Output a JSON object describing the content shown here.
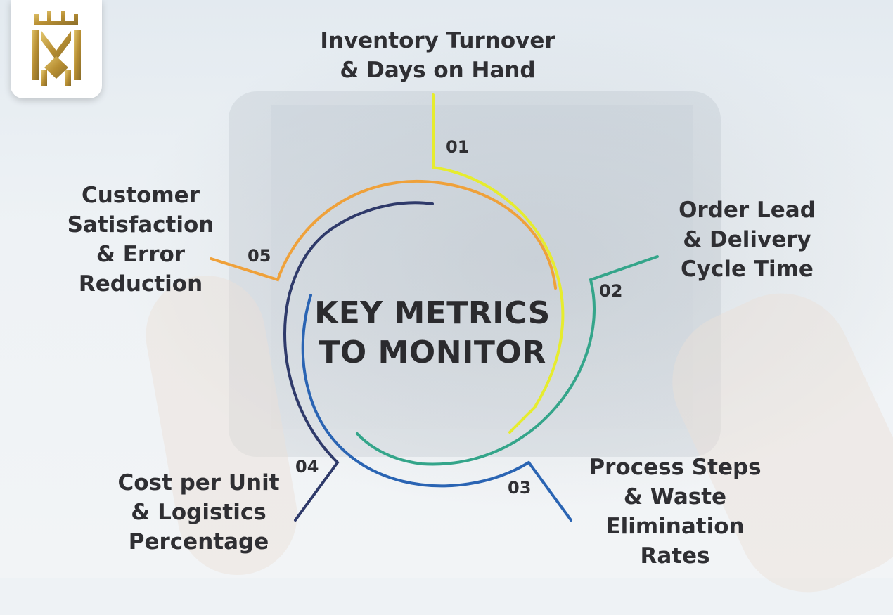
{
  "center_title": [
    "KEY METRICS",
    "TO MONITOR"
  ],
  "metrics": [
    {
      "number": "01",
      "lines": [
        "Inventory Turnover",
        "& Days on Hand"
      ],
      "color": "#e6ec2e"
    },
    {
      "number": "02",
      "lines": [
        "Order Lead",
        "& Delivery",
        "Cycle Time"
      ],
      "color": "#34a58a"
    },
    {
      "number": "03",
      "lines": [
        "Process Steps",
        "& Waste",
        "Elimination",
        "Rates"
      ],
      "color": "#2a64b3"
    },
    {
      "number": "04",
      "lines": [
        "Cost per Unit",
        "& Logistics",
        "Percentage"
      ],
      "color": "#2f3a6a"
    },
    {
      "number": "05",
      "lines": [
        "Customer",
        "Satisfaction",
        "& Error",
        "Reduction"
      ],
      "color": "#efa13a"
    }
  ],
  "logo": {
    "icon": "crown-monogram-logo",
    "colors": [
      "#c9a64a",
      "#8a6d2a"
    ]
  }
}
